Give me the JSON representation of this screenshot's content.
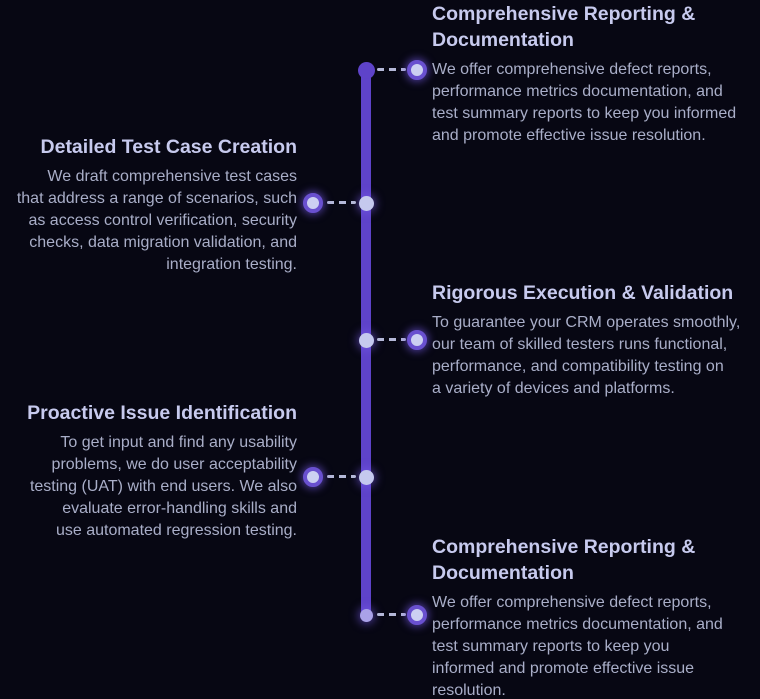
{
  "theme": {
    "background": "#070713",
    "line_color": "#5e43c9",
    "title_color": "#c7caee",
    "body_color": "#a9aec8",
    "dash_color": "#b4b8d8",
    "node_fill": "#c5c9ee",
    "node_ring": "#6950cf"
  },
  "timeline": {
    "items": [
      {
        "side": "right",
        "title": "Comprehensive Reporting &\nDocumentation",
        "description": "We offer comprehensive defect reports,\nperformance metrics documentation, and\ntest summary reports to keep you informed\nand promote effective issue resolution."
      },
      {
        "side": "left",
        "title": "Detailed Test Case Creation",
        "description": "We draft comprehensive test cases\nthat address a range of scenarios, such\nas access control verification, security\nchecks, data migration validation, and\nintegration testing."
      },
      {
        "side": "right",
        "title": "Rigorous Execution & Validation",
        "description": "To guarantee your CRM operates smoothly,\nour team of skilled testers runs functional,\nperformance, and compatibility testing on\na variety of devices and platforms."
      },
      {
        "side": "left",
        "title": "Proactive Issue Identification",
        "description": "To get input and find any usability\nproblems, we do user acceptability\ntesting (UAT) with end users. We also\nevaluate error-handling skills and\nuse automated regression testing."
      },
      {
        "side": "right",
        "title": "Comprehensive Reporting &\nDocumentation",
        "description": "We offer comprehensive defect reports,\nperformance metrics documentation, and\ntest summary reports to keep you\ninformed and promote effective issue\nresolution."
      }
    ]
  }
}
